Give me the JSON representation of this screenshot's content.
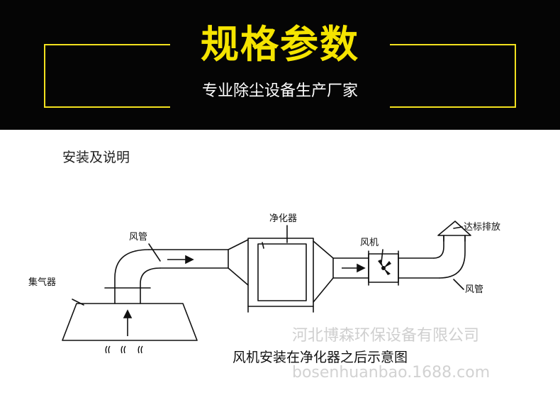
{
  "header": {
    "title": "规格参数",
    "subtitle": "专业除尘设备生产厂家"
  },
  "section": {
    "label": "安装及说明"
  },
  "diagram": {
    "labels": {
      "collector": "集气器",
      "duct_left": "风管",
      "purifier": "净化器",
      "fan": "风机",
      "exhaust": "达标排放",
      "duct_right": "风管"
    },
    "caption": "风机安装在净化器之后示意图"
  },
  "watermark": {
    "company": "河北博森环保设备有限公司",
    "site": "bosenhuanbao.1688.com"
  },
  "colors": {
    "banner_bg": "#050505",
    "accent_yellow": "#f5e400",
    "frame_yellow": "#f2e11e",
    "line": "#111111"
  }
}
